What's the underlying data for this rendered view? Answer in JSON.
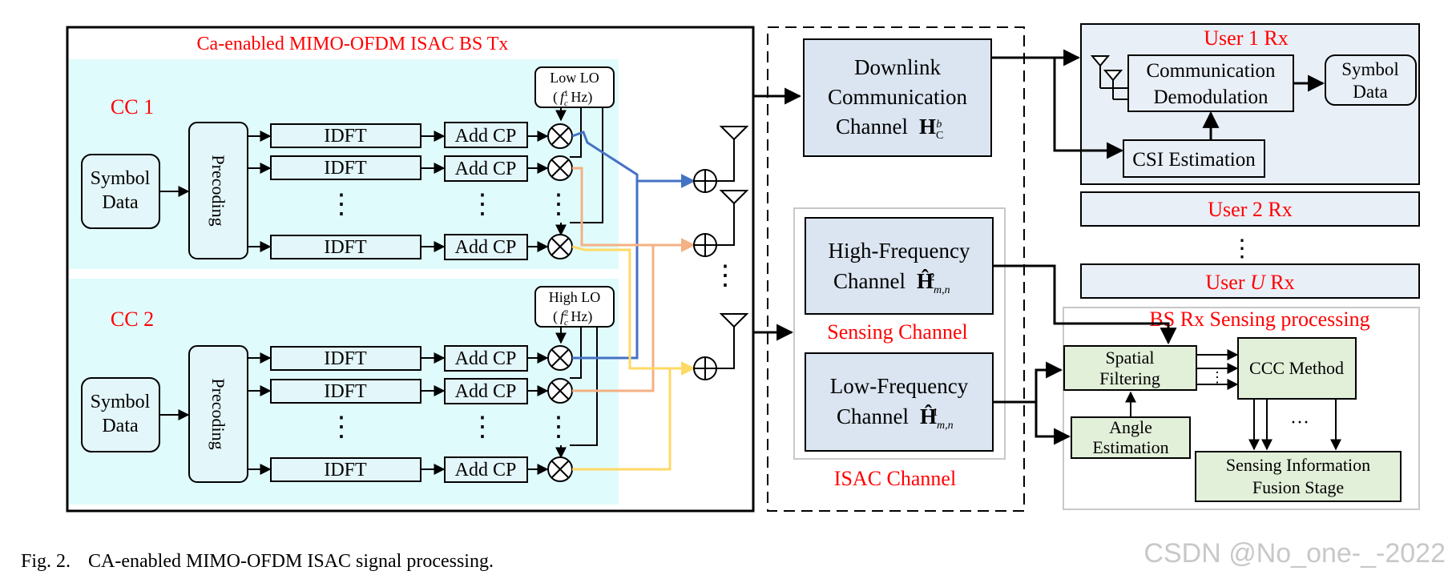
{
  "tx": {
    "title": "Ca-enabled MIMO-OFDM ISAC BS Tx",
    "cc1": {
      "label": "CC 1",
      "lo_line1": "Low LO",
      "lo_open": "(",
      "lo_f": "f",
      "lo_sub": "c",
      "lo_sup": "1",
      "lo_close": "Hz)"
    },
    "cc2": {
      "label": "CC 2",
      "lo_line1": "High LO",
      "lo_open": "(",
      "lo_f": "f",
      "lo_sub": "c",
      "lo_sup": "2",
      "lo_close": "Hz)"
    },
    "symbol_line1": "Symbol",
    "symbol_line2": "Data",
    "precoding": "Precoding",
    "idft": "IDFT",
    "addcp": "Add CP",
    "dots": "⋮"
  },
  "channels": {
    "downlink_line1": "Downlink",
    "downlink_line2": "Communication",
    "downlink_line3": "Channel",
    "downlink_sym": "H",
    "downlink_sub": "C",
    "downlink_sup": "b",
    "hf_line1": "High-Frequency",
    "hf_line2": "Channel",
    "hf_sym": "Ĥ",
    "hf_sub": "m,n",
    "hf_sup": "2",
    "sensing": "Sensing Channel",
    "lf_line1": "Low-Frequency",
    "lf_line2": "Channel",
    "lf_sym": "Ĥ",
    "lf_sub": "m,n",
    "lf_sup": "1",
    "isac": "ISAC Channel"
  },
  "user1": {
    "title": "User 1 Rx",
    "demod_line1": "Communication",
    "demod_line2": "Demodulation",
    "symbol_line1": "Symbol",
    "symbol_line2": "Data",
    "csi": "CSI Estimation"
  },
  "user2": {
    "title": "User 2 Rx"
  },
  "userU": {
    "prefix": "User ",
    "italic": "U",
    "suffix": " Rx"
  },
  "sensing_rx": {
    "title": "BS Rx Sensing processing",
    "spatial_line1": "Spatial",
    "spatial_line2": "Filtering",
    "ccc": "CCC Method",
    "angle_line1": "Angle",
    "angle_line2": "Estimation",
    "fusion_line1": "Sensing Information",
    "fusion_line2": "Fusion Stage",
    "hdots": "···",
    "vdots": "⋮"
  },
  "caption": {
    "fig": "Fig. 2.",
    "text": "CA-enabled MIMO-OFDM ISAC signal processing."
  },
  "watermark": "CSDN @No_one-_-2022",
  "colors": {
    "cyan_bg": "#e0fbfc",
    "block_fill": "#e3f6f9",
    "channel_fill": "#dbe5f1",
    "user_fill": "#e9eff7",
    "sensing_fill": "#e2efd9",
    "red_text": "#ff0000",
    "blue_line": "#4472c4",
    "orange_line": "#f4b183",
    "yellow_line": "#ffd966"
  }
}
